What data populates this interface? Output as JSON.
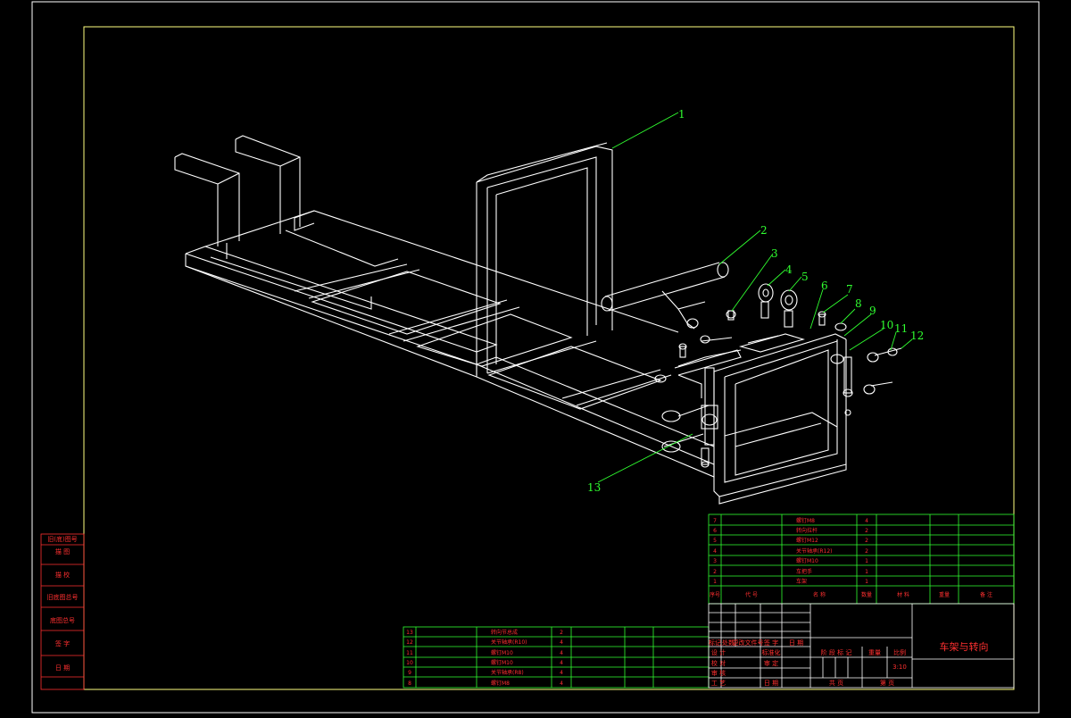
{
  "callouts": [
    "1",
    "2",
    "3",
    "4",
    "5",
    "6",
    "7",
    "8",
    "9",
    "10",
    "11",
    "12",
    "13"
  ],
  "left_margin_labels": [
    "旧(底)图号",
    "描 图",
    "描 校",
    "旧底图总号",
    "底图总号",
    "签 字",
    "日 期"
  ],
  "bom_upper": {
    "rows": [
      {
        "no": "7",
        "name": "螺钉M8",
        "qty": "4"
      },
      {
        "no": "6",
        "name": "转向拉杆",
        "qty": "2"
      },
      {
        "no": "5",
        "name": "螺钉M12",
        "qty": "2"
      },
      {
        "no": "4",
        "name": "关节轴承(R12)",
        "qty": "2"
      },
      {
        "no": "3",
        "name": "螺钉M10",
        "qty": "1"
      },
      {
        "no": "2",
        "name": "车把手",
        "qty": "1"
      },
      {
        "no": "1",
        "name": "车架",
        "qty": "1"
      }
    ],
    "header": {
      "no": "序号",
      "code": "代 号",
      "name": "名 称",
      "qty": "数量",
      "material": "材 料",
      "weight": "重量",
      "remark": "备 注"
    }
  },
  "bom_lower": {
    "rows": [
      {
        "no": "13",
        "name": "转向节总成",
        "qty": "2"
      },
      {
        "no": "12",
        "name": "关节轴承(R10)",
        "qty": "4"
      },
      {
        "no": "11",
        "name": "螺钉M10",
        "qty": "4"
      },
      {
        "no": "10",
        "name": "螺钉M10",
        "qty": "4"
      },
      {
        "no": "9",
        "name": "关节轴承(R8)",
        "qty": "4"
      },
      {
        "no": "8",
        "name": "螺钉M8",
        "qty": "4"
      }
    ]
  },
  "title_block": {
    "drawing_title": "车架与转向",
    "scale_label": "比例",
    "scale_value": "3:10",
    "stage_label": "阶 段 标 记",
    "weight_label": "重量",
    "total_sheets": "共 页",
    "sheet_no": "第 页",
    "rev_header": [
      "标记",
      "处数",
      "更改文件号",
      "签 字",
      "日 期"
    ],
    "roles": [
      "设 计",
      "校 对",
      "审 核",
      "工 艺"
    ],
    "role_right": [
      "标准化",
      "审 定",
      "",
      "日 期"
    ]
  },
  "colors": {
    "background": "#000000",
    "frame": "#ffff80",
    "drawing": "#ffffff",
    "callout": "#30ff30",
    "table_line": "#30ff30",
    "table_text": "#ff3030"
  }
}
